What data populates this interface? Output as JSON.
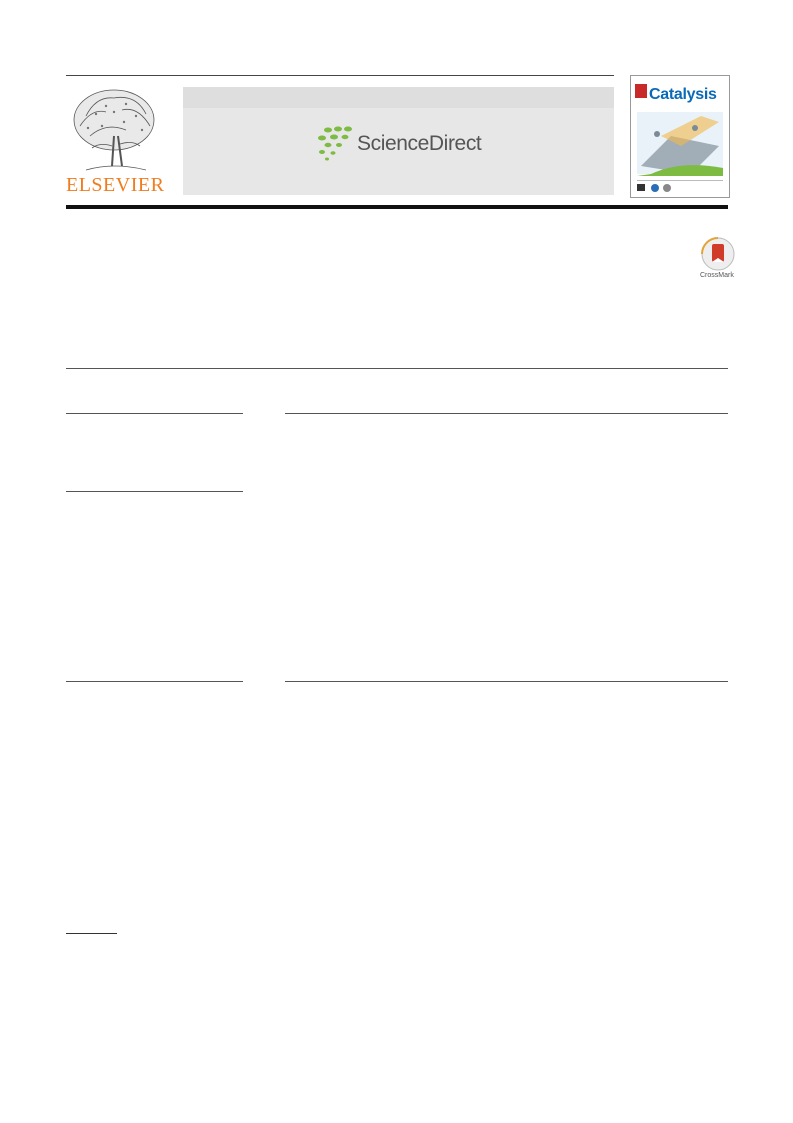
{
  "header": {
    "publisher_logo_text": "ELSEVIER",
    "platform_logo_text": "ScienceDirect",
    "journal_cover_title": "Catalysis"
  },
  "crossmark": {
    "label": "CrossMark"
  },
  "colors": {
    "elsevier_orange": "#f07c1e",
    "sciencedirect_green": "#7dbb42",
    "cover_blue": "#0a6ab8",
    "crossmark_red": "#d13b2a"
  }
}
